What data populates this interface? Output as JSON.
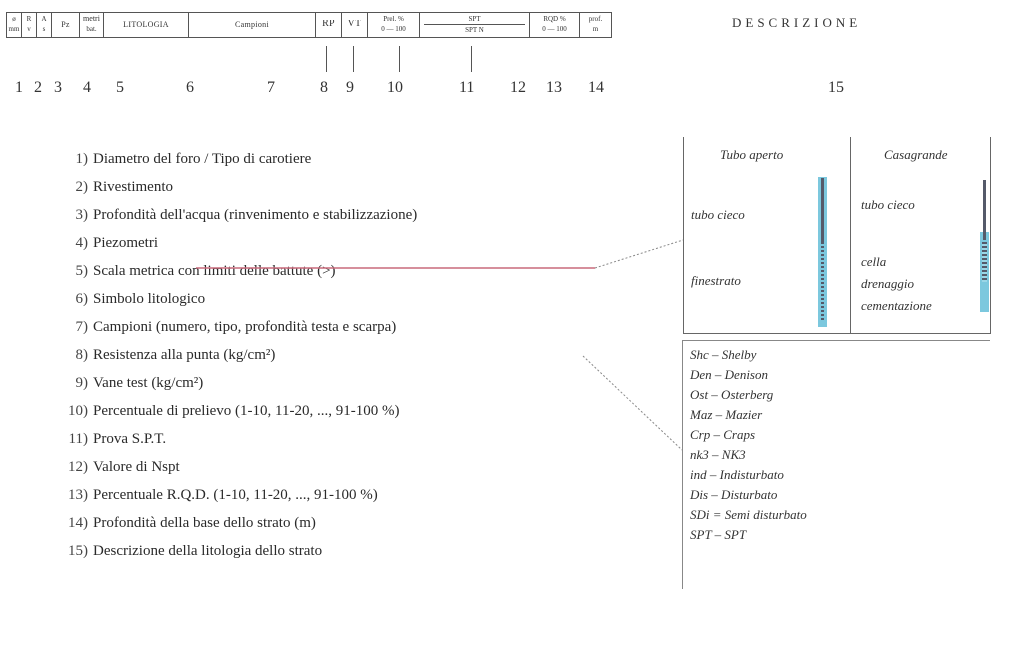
{
  "header": {
    "cells": [
      {
        "top": "ø",
        "bottom": "mm"
      },
      {
        "top": "R",
        "bottom": "v"
      },
      {
        "top": "A",
        "bottom": "s"
      },
      {
        "top": "Pz",
        "bottom": ""
      },
      {
        "top": "metri",
        "bottom": "bat."
      },
      {
        "top": "LITOLOGIA",
        "bottom": ""
      },
      {
        "top": "Campioni",
        "bottom": ""
      },
      {
        "top": "RP",
        "bottom": ""
      },
      {
        "top": "VT",
        "bottom": ""
      },
      {
        "top": "Prel. %",
        "bottom": "0 — 100"
      },
      {
        "top": "SPT",
        "bottom": "SPT       N"
      },
      {
        "top": "RQD %",
        "bottom": "0 — 100"
      },
      {
        "top": "prof.",
        "bottom": "m"
      }
    ],
    "description": "DESCRIZIONE"
  },
  "column_numbers": [
    "1",
    "2",
    "3",
    "4",
    "5",
    "6",
    "7",
    "8",
    "9",
    "10",
    "11",
    "12",
    "13",
    "14",
    "15"
  ],
  "legend": [
    {
      "num": "1)",
      "text": "Diametro del foro / Tipo di carotiere"
    },
    {
      "num": "2)",
      "text": "Rivestimento"
    },
    {
      "num": "3)",
      "text": "Profondità dell'acqua (rinvenimento e stabilizzazione)"
    },
    {
      "num": "4)",
      "text": "Piezometri"
    },
    {
      "num": "5)",
      "text": "Scala metrica con limiti delle battute (>)"
    },
    {
      "num": "6)",
      "text": "Simbolo litologico"
    },
    {
      "num": "7)",
      "text": "Campioni (numero, tipo, profondità testa e scarpa)"
    },
    {
      "num": "8)",
      "text": "Resistenza alla punta (kg/cm²)"
    },
    {
      "num": "9)",
      "text": "Vane test (kg/cm²)"
    },
    {
      "num": "10)",
      "text": "Percentuale di prelievo (1-10, 11-20, ..., 91-100 %)"
    },
    {
      "num": "11)",
      "text": "Prova S.P.T."
    },
    {
      "num": "12)",
      "text": "Valore di Nspt"
    },
    {
      "num": "13)",
      "text": "Percentuale R.Q.D. (1-10, 11-20, ..., 91-100 %)"
    },
    {
      "num": "14)",
      "text": "Profondità della base dello strato (m)"
    },
    {
      "num": "15)",
      "text": "Descrizione della litologia dello strato"
    }
  ],
  "piezometers": {
    "open_tube": {
      "title": "Tubo aperto",
      "blind": "tubo cieco",
      "screen": "finestrato"
    },
    "casagrande": {
      "title": "Casagrande",
      "blind": "tubo cieco",
      "cell": "cella",
      "drain": "drenaggio",
      "cement": "cementazione"
    }
  },
  "samples": [
    "Shc – Shelby",
    "Den – Denison",
    "Ost – Osterberg",
    "Maz – Mazier",
    "Crp – Craps",
    "nk3 – NK3",
    "ind – Indisturbato",
    "Dis – Disturbato",
    "SDi = Semi disturbato",
    "SPT – SPT"
  ],
  "colors": {
    "piezo_blue": "#7cc8de",
    "tube_dark": "#555a6a",
    "red_line": "#c96a7c"
  }
}
